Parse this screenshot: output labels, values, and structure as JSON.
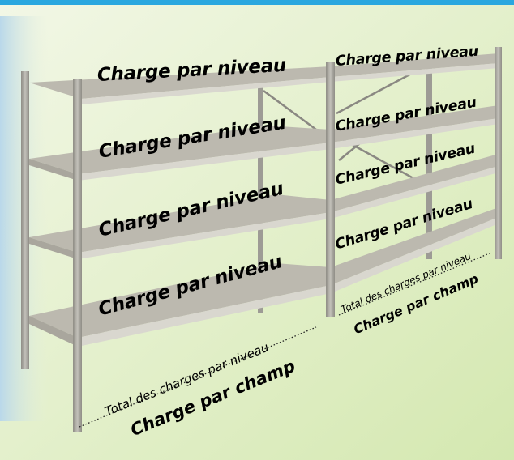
{
  "colors": {
    "frame_border": "#2aa7df",
    "background_green": "#dfeec4",
    "background_blue": "#cfe4ef",
    "shelf_top": "#bdbab0",
    "shelf_front": "#d6d4cd",
    "upright": "#a7a59e"
  },
  "labels": {
    "charge_niveau": "Charge par niveau",
    "total_niveau": "Total des charges par niveau",
    "charge_champ": "Charge par champ"
  }
}
